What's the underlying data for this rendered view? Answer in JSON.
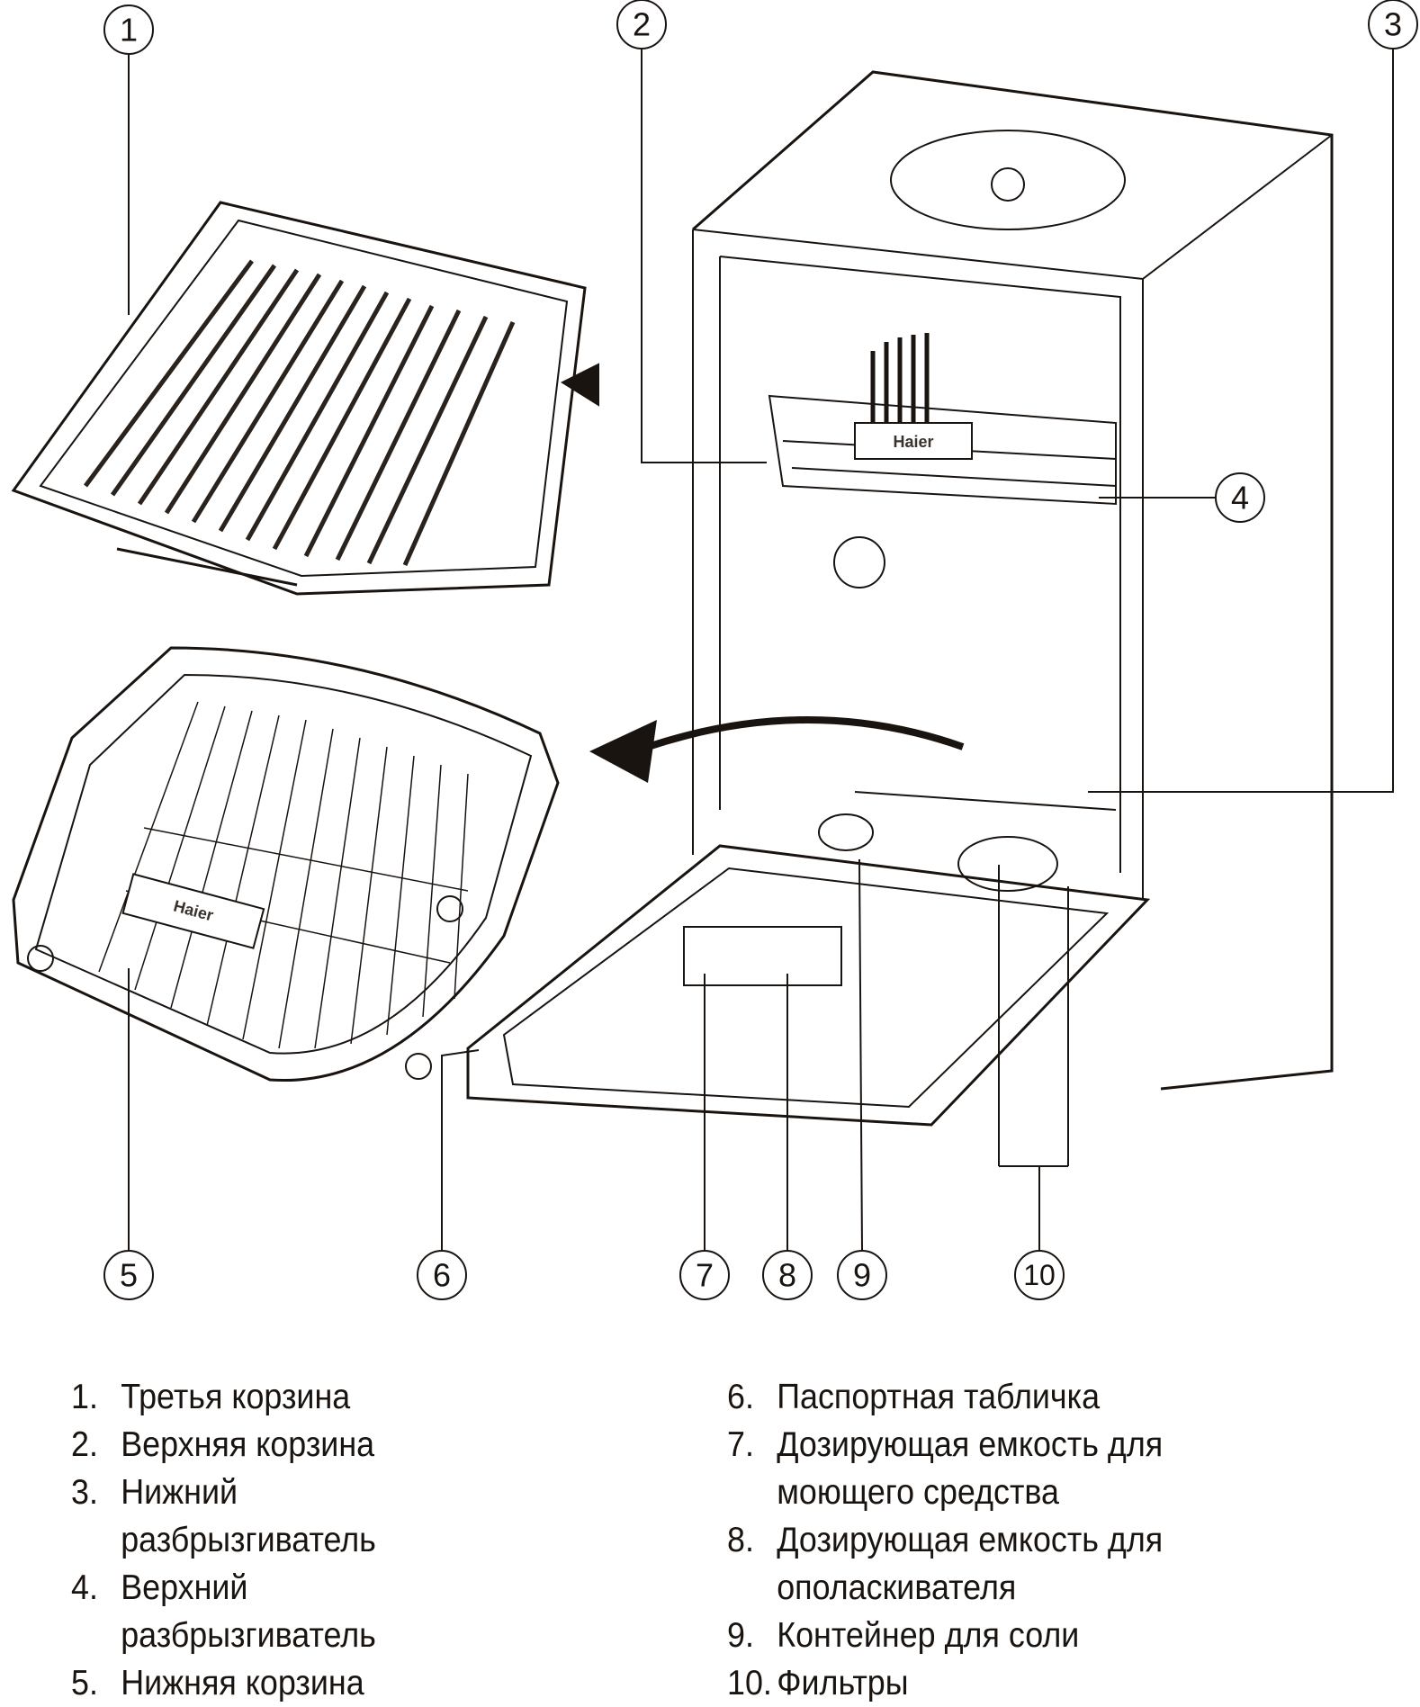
{
  "callouts": [
    "1",
    "2",
    "3",
    "4",
    "5",
    "6",
    "7",
    "8",
    "9",
    "10"
  ],
  "brand_label": "Haier",
  "legend": {
    "left": [
      {
        "num": "1.",
        "text": "Третья корзина"
      },
      {
        "num": "2.",
        "text": "Верхняя корзина"
      },
      {
        "num": "3.",
        "text": "Нижний разбрызгиватель"
      },
      {
        "num": "4.",
        "text": "Верхний разбрызгиватель"
      },
      {
        "num": "5.",
        "text": "Нижняя корзина"
      }
    ],
    "right": [
      {
        "num": "6.",
        "text": "Паспортная табличка"
      },
      {
        "num": "7.",
        "text": "Дозирующая емкость для моющего средства"
      },
      {
        "num": "8.",
        "text": "Дозирующая емкость для ополаскивателя"
      },
      {
        "num": "9.",
        "text": "Контейнер для соли"
      },
      {
        "num": "10.",
        "text": "Фильтры"
      }
    ]
  }
}
